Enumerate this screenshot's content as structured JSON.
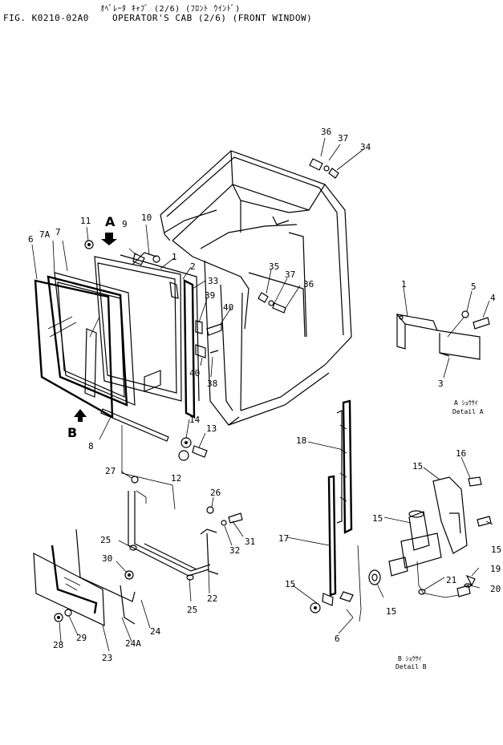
{
  "header": {
    "japanese_line": "ｵﾍﾟﾚｰﾀ ｷｬﾌﾞ (2/6) (ﾌﾛﾝﾄ ｳｲﾝﾄﾞ)",
    "figure_id": "FIG. K0210-02A0",
    "title": "OPERATOR'S CAB (2/6) (FRONT WINDOW)"
  },
  "view_markers": {
    "a": "A",
    "b": "B"
  },
  "details": {
    "a": {
      "jp": "A ｼｮｳｻｲ",
      "en": "Detail A"
    },
    "b": {
      "jp": "B ｼｮｳｻｲ",
      "en": "Detail B"
    }
  },
  "callouts": [
    "36",
    "37",
    "34",
    "11",
    "10",
    "9",
    "7A",
    "7",
    "6",
    "1",
    "2",
    "33",
    "39",
    "35",
    "37",
    "36",
    "40",
    "40",
    "38",
    "14",
    "13",
    "8",
    "12",
    "27",
    "26",
    "31",
    "32",
    "25",
    "30",
    "22",
    "25",
    "24",
    "24A",
    "29",
    "28",
    "23",
    "1",
    "5",
    "4",
    "3",
    "18",
    "16",
    "15",
    "17",
    "15",
    "15",
    "15",
    "19",
    "21",
    "20",
    "15",
    "6"
  ]
}
